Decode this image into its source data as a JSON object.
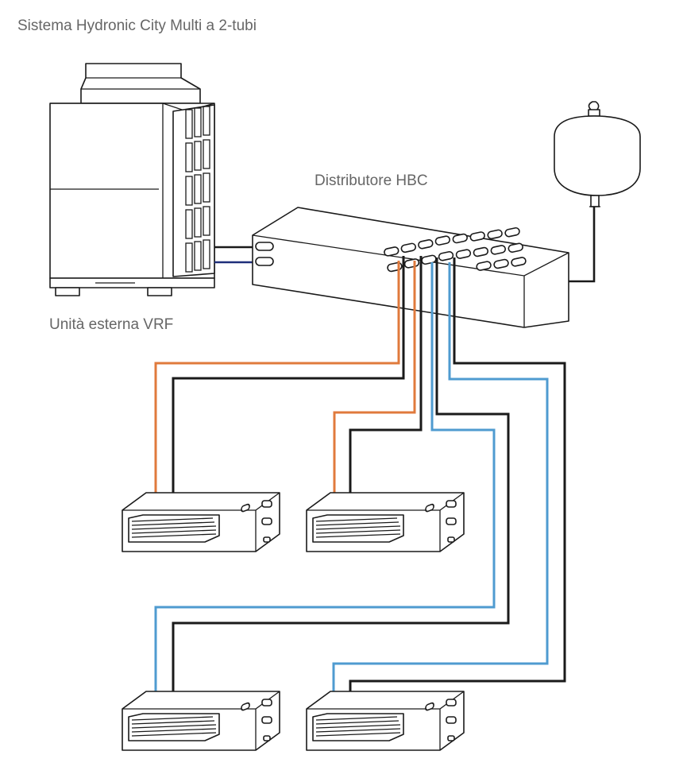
{
  "title": "Sistema Hydronic City Multi a 2-tubi",
  "labels": {
    "outdoor_unit": "Unità esterna VRF",
    "distributor": "Distributore HBC"
  },
  "colors": {
    "hot_pipe": "#e07a3c",
    "cold_pipe": "#4f9bd0",
    "return_pipe": "#1a1a1a",
    "refrigerant_pipe": "#1f2f7a",
    "text": "#666666"
  },
  "components": {
    "expansion_tank": "expansion-tank-icon",
    "outdoor_unit": "outdoor-unit-icon",
    "distributor": "hbc-distributor-icon",
    "indoor_unit": "ducted-indoor-unit-icon",
    "indoor_unit_count": 4
  }
}
